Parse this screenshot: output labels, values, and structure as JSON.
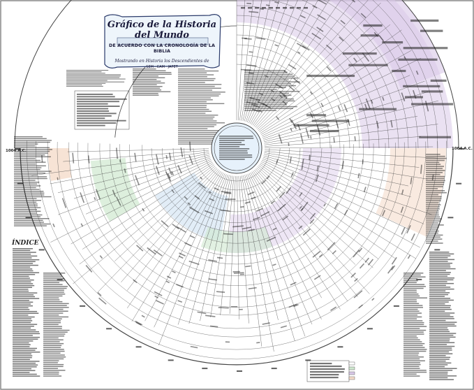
{
  "header": {
    "title": "Gráfico de la Historia del Mundo",
    "subtitle": "DE ACUERDO CON LA CRONOLOGÍA DE LA BIBLIA",
    "shown_line": "Mostrando en Historia los Descendientes de",
    "lineages": "SEM · CAM · JAPET"
  },
  "index_label": "ÍNDICE",
  "year_labels": {
    "left_year": "1004 A.C.",
    "right_year": "1004 A.C."
  },
  "colors": {
    "paper": "#ffffff",
    "ink": "#1a1a1a",
    "line": "#444444",
    "band_purple": "#d9c8e8",
    "band_green": "#cfe8cf",
    "band_blue": "#cfe1f2",
    "band_peach": "#f5dccb",
    "center_fill": "#e6f1fb"
  }
}
